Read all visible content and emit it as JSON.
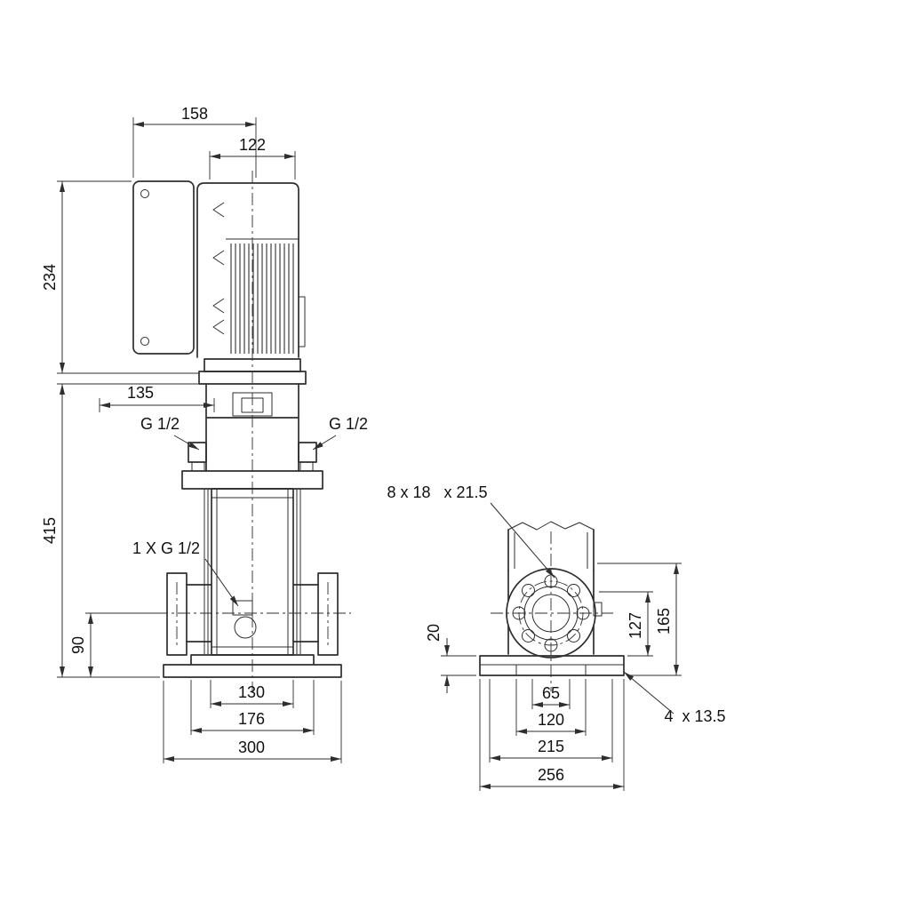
{
  "front_view": {
    "dim_width_top": "158",
    "dim_width_motor": "122",
    "dim_height_motor": "234",
    "dim_offset_135": "135",
    "dim_height_pump": "415",
    "dim_height_port": "90",
    "port_label_left": "G 1/2",
    "port_label_right": "G 1/2",
    "drain_label": "1 X G 1/2",
    "dim_base_130": "130",
    "dim_base_176": "176",
    "dim_base_300": "300"
  },
  "side_view": {
    "flange_holes_label": "8 x 18   x 21.5",
    "dim_base_height": "20",
    "dim_height_127": "127",
    "dim_height_165": "165",
    "dim_width_65": "65",
    "dim_width_120": "120",
    "dim_width_215": "215",
    "dim_width_256": "256",
    "base_holes_label": "4  x 13.5"
  }
}
